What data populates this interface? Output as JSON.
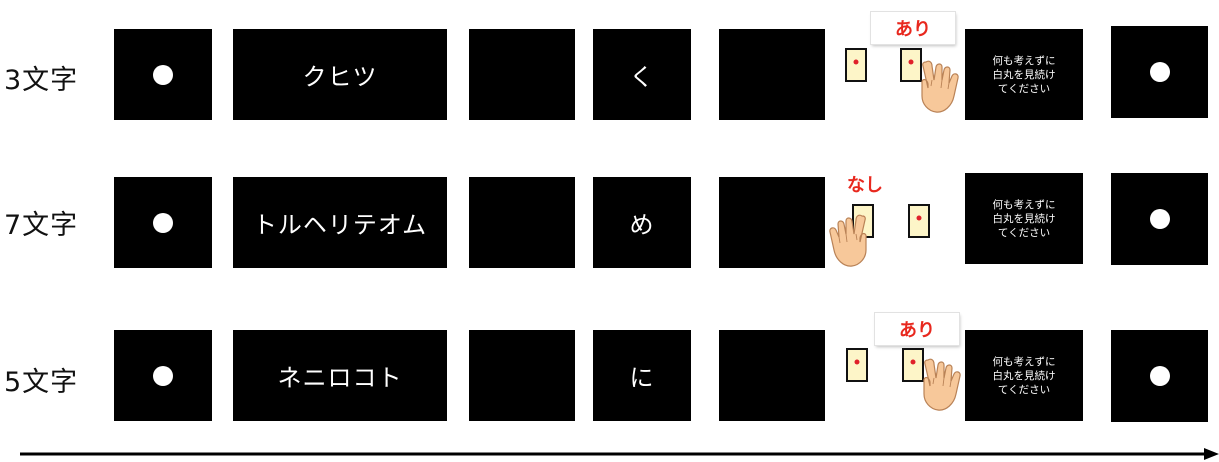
{
  "rows": [
    {
      "label": "3文字",
      "word": "クヒツ",
      "probe": "く",
      "response": "あり"
    },
    {
      "label": "7文字",
      "word": "トルヘリテオム",
      "probe": "め",
      "response": "なし"
    },
    {
      "label": "5文字",
      "word": "ネニロコト",
      "probe": "に",
      "response": "あり"
    }
  ],
  "instruction": {
    "line1": "何も考えずに",
    "line2": "白丸を見続け",
    "line3": "てください"
  },
  "colors": {
    "panel": "#000000",
    "card": "#fdf5c8",
    "response_text": "#e8281e"
  }
}
